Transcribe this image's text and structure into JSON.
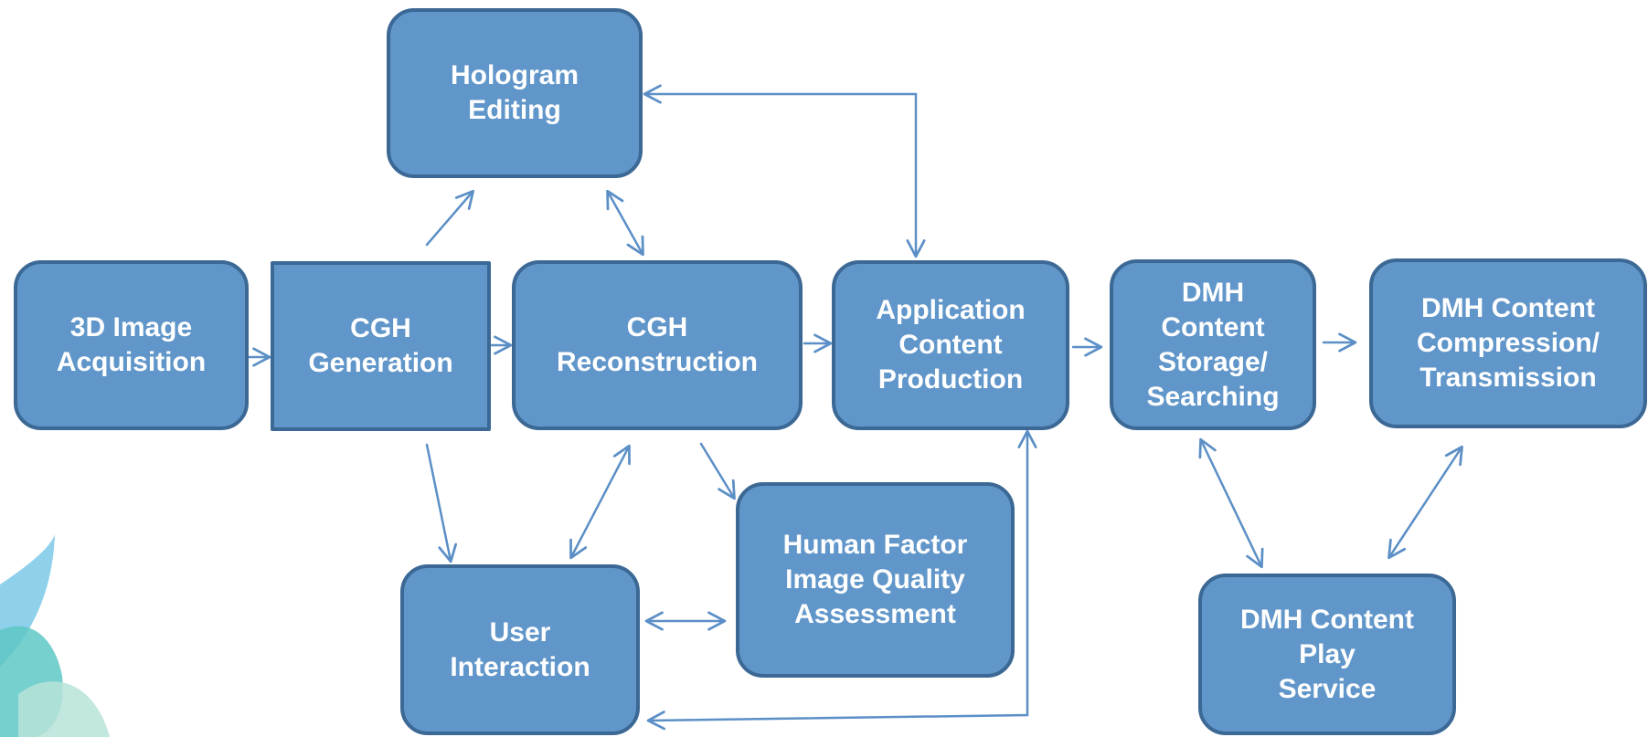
{
  "colors": {
    "node_fill": "#6096c9",
    "node_border": "#3b6894",
    "arrow": "#5b8fc6",
    "text": "#ffffff",
    "logo_teal": "#5ec8c5",
    "logo_sky": "#83cbe9",
    "logo_mint": "#b7e3d8"
  },
  "nodes": {
    "hologram_editing": "Hologram\nEditing",
    "image_acquisition": "3D Image\nAcquisition",
    "cgh_generation": "CGH\nGeneration",
    "cgh_reconstruction": "CGH\nReconstruction",
    "application_content_production": "Application\nContent\nProduction",
    "dmh_content_storage": "DMH\nContent\nStorage/\nSearching",
    "dmh_content_compression": "DMH Content\nCompression/\nTransmission",
    "human_factor_assessment": "Human Factor\nImage Quality\nAssessment",
    "user_interaction": "User\nInteraction",
    "dmh_content_play": "DMH Content\nPlay\nService"
  }
}
